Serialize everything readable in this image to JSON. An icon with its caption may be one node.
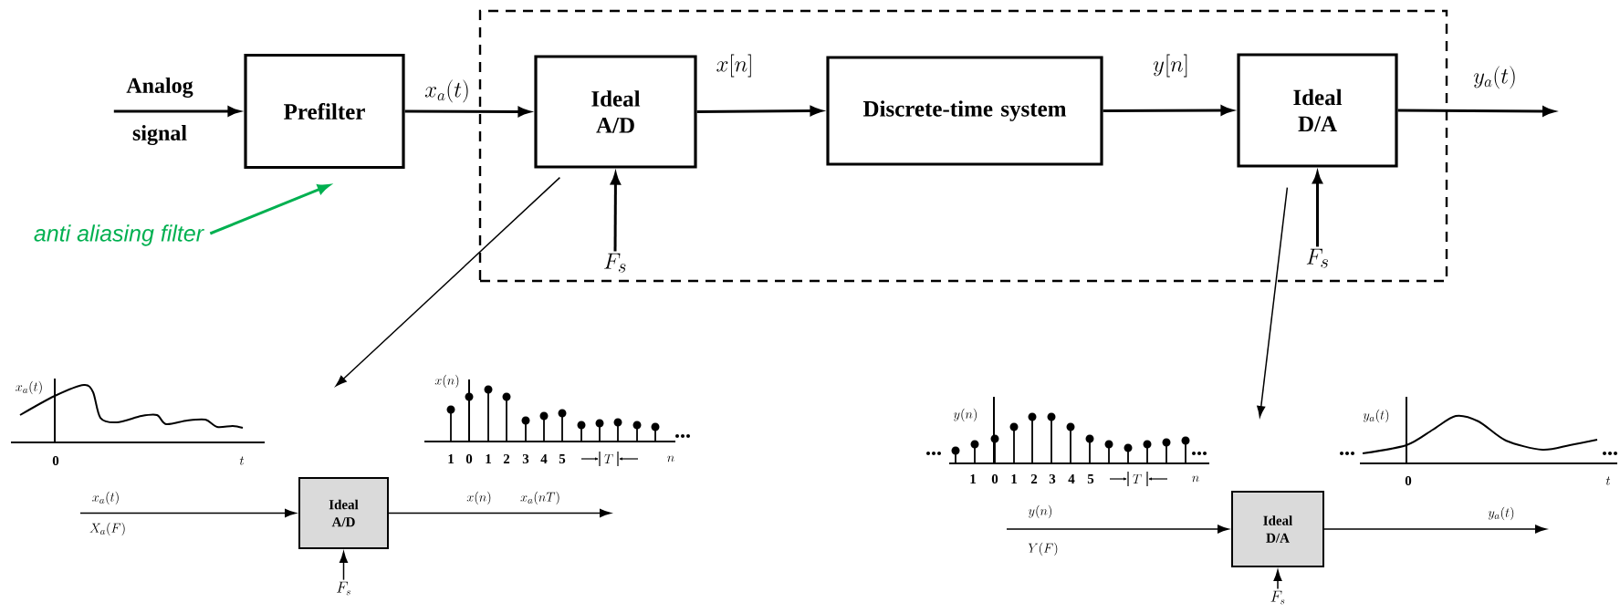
{
  "diagram": {
    "nodes": [
      {
        "text": [
          "Analog signal"
        ]
      },
      {
        "text": [
          "Prefilter"
        ]
      },
      {
        "text": [],
        "shape": "box"
      },
      {
        "text": [
          "Ideal A/D"
        ],
        "in": 2
      },
      {
        "text": [
          "Discrete-time system"
        ],
        "in": 2
      },
      {
        "text": [
          "Ideal D/A"
        ],
        "in": 2
      },
      {
        "text": [
          "F_s"
        ],
        "in": 2
      },
      {
        "text": [
          "F_s"
        ],
        "in": 2
      },
      {
        "text": [
          "anti aliasing filter"
        ]
      },
      {
        "text": [
          "Ideal A/D"
        ]
      },
      {
        "text": [
          "F_s"
        ]
      },
      {
        "text": [
          "Ideal D/A"
        ]
      },
      {
        "text": [
          "F_s"
        ]
      }
    ],
    "edges": [
      {
        "from": 0,
        "to": 1,
        "arrow": "to"
      },
      {
        "from": 1,
        "to": 3,
        "arrow": "to",
        "label": "x_a(t)"
      },
      {
        "from": 3,
        "to": 4,
        "arrow": "to",
        "label": "x[n]"
      },
      {
        "from": 4,
        "to": 5,
        "arrow": "to",
        "label": "y[n]"
      },
      {
        "from": 5,
        "to": null,
        "arrow": "to",
        "label": "y_a(t)"
      },
      {
        "from": 6,
        "to": 3,
        "arrow": "to"
      },
      {
        "from": 7,
        "to": 5,
        "arrow": "to"
      },
      {
        "from": 8,
        "to": 1,
        "arrow": "to",
        "color": "#00b050"
      },
      {
        "from": 3,
        "to": null,
        "arrow": "to"
      },
      {
        "from": 5,
        "to": null,
        "arrow": "to"
      },
      {
        "from": null,
        "to": 9,
        "arrow": "to",
        "label": "x_a(t)"
      },
      {
        "from": 9,
        "to": null,
        "arrow": "to",
        "label": "x(n)"
      },
      {
        "from": 10,
        "to": 9,
        "arrow": "to"
      },
      {
        "from": null,
        "to": 11,
        "arrow": "to",
        "label": "y(n)"
      },
      {
        "from": 11,
        "to": null,
        "arrow": "to",
        "label": "y_a(t)"
      },
      {
        "from": 12,
        "to": 11,
        "arrow": "to"
      }
    ],
    "labels": [
      "x_a(t)",
      "0",
      "t",
      "x(n)",
      "1",
      "0",
      "1",
      "2",
      "3",
      "4",
      "5",
      "T",
      "n",
      "X_a(F)",
      "x_a(nT)",
      "y(n)",
      "1",
      "0",
      "1",
      "2",
      "3",
      "4",
      "5",
      "T",
      "n",
      "y_a(t)",
      "0",
      "t",
      "Y(F)"
    ]
  }
}
